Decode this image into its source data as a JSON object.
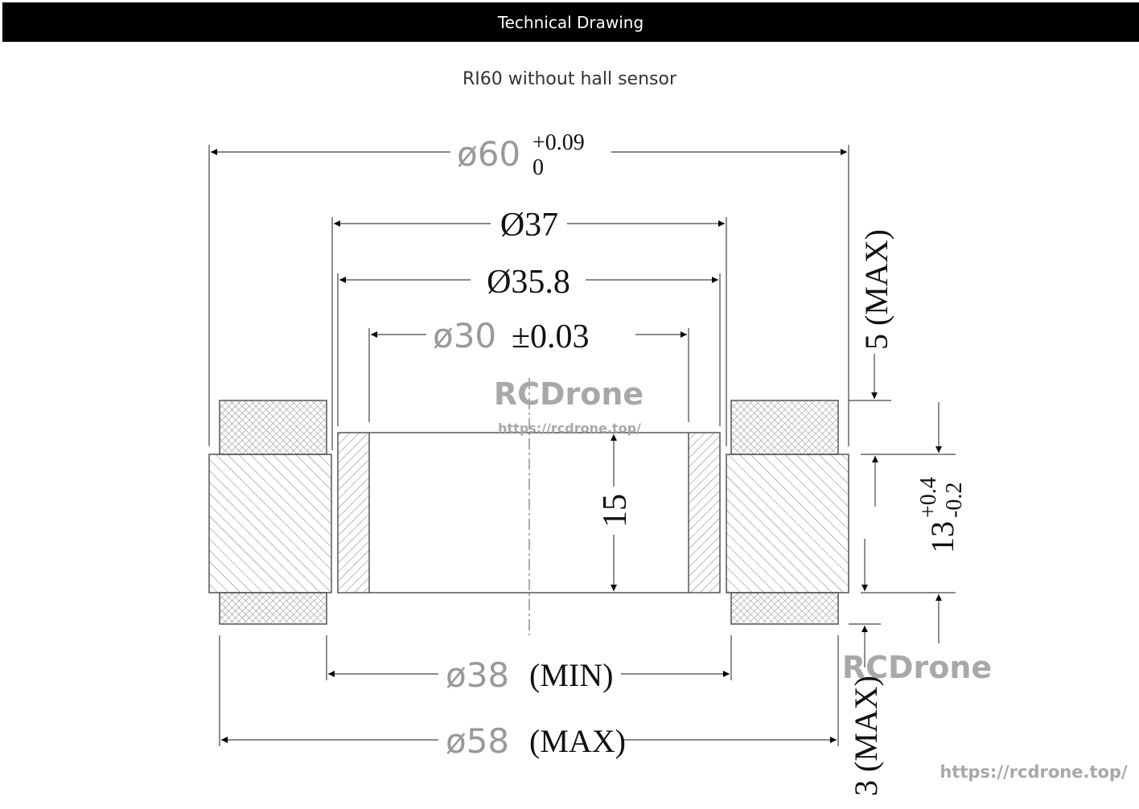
{
  "header": {
    "title": "Technical Drawing"
  },
  "drawing": {
    "subtitle": "RI60 without hall sensor",
    "dimensions": {
      "outer_diameter": {
        "symbol": "ø60",
        "upper": "+0.09",
        "lower": "0"
      },
      "d37": "Ø37",
      "d35_8": "Ø35.8",
      "d30": {
        "symbol": "ø30",
        "tol": "±0.03"
      },
      "d38": {
        "symbol": "ø38",
        "note": "(MIN)"
      },
      "d58": {
        "symbol": "ø58",
        "note": "(MAX)"
      },
      "height_15": "15",
      "top_5": "5 (MAX)",
      "height_13": {
        "base": "13",
        "upper": "+0.4",
        "lower": "-0.2"
      },
      "bottom_3": "3 (MAX)"
    },
    "watermarks": {
      "brand": "RCDrone",
      "url": "https://rcdrone.top/",
      "brand2": "RCDrone",
      "url2": "https://rcdrone.top/"
    }
  }
}
